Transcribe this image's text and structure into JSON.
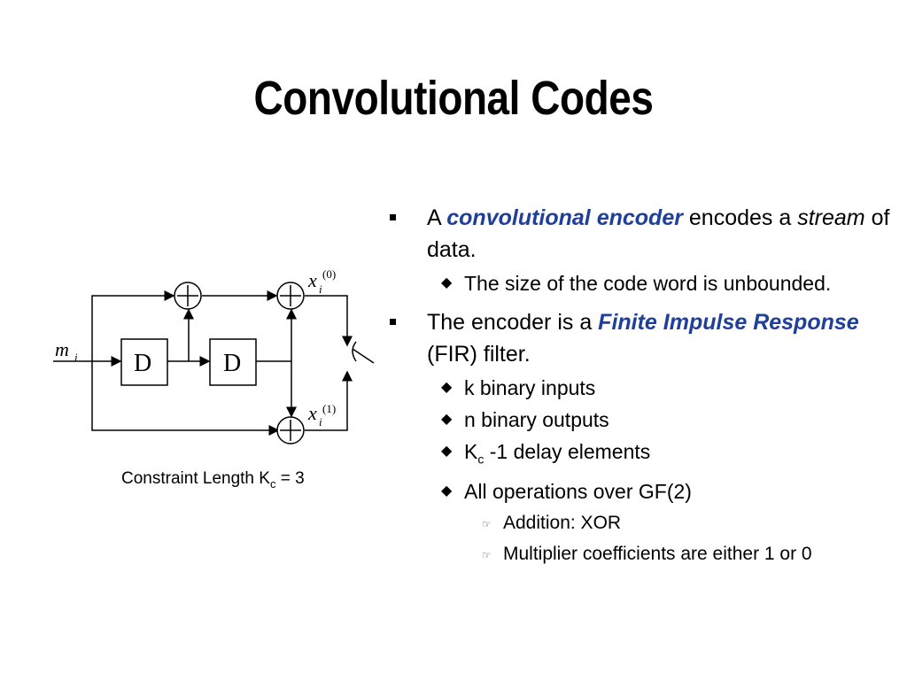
{
  "title": "Convolutional Codes",
  "diagram": {
    "input_label": "m",
    "input_sub": "i",
    "delay_labels": [
      "D",
      "D"
    ],
    "output_top": {
      "var": "x",
      "sub": "i",
      "sup": "(0)"
    },
    "output_bottom": {
      "var": "x",
      "sub": "i",
      "sup": "(1)"
    }
  },
  "caption": {
    "text": "Constraint Length K",
    "sub": "c",
    "suffix": " = 3"
  },
  "bullets": {
    "b1": {
      "pre": "A ",
      "hl": "convolutional encoder",
      "mid": " encodes a ",
      "it": "stream",
      "post": " of data."
    },
    "b1_1": "The size of the code word is unbounded.",
    "b2": {
      "pre": "The encoder is a ",
      "hl": "Finite Impulse Response",
      "post": " (FIR) filter."
    },
    "b2_1": "k binary inputs",
    "b2_2": "n binary outputs",
    "b2_3": {
      "pre": "K",
      "sub": "c",
      "post": " -1 delay elements"
    },
    "b2_4": "All operations over GF(2)",
    "b2_4_1": "Addition: XOR",
    "b2_4_2": "Multiplier coefficients are either 1 or 0"
  }
}
